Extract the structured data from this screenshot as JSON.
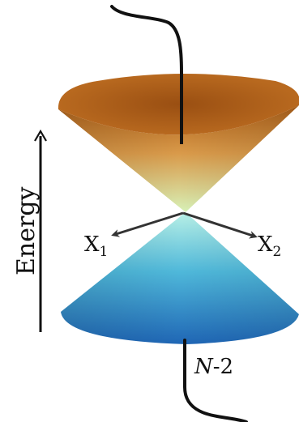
{
  "diagram": {
    "energy_axis_label": "Energy",
    "coordinate_x1": {
      "base": "X",
      "subscript": "1"
    },
    "coordinate_x2": {
      "base": "X",
      "subscript": "2"
    },
    "dimension_label": {
      "italic": "N",
      "rest": "-2"
    }
  },
  "colors": {
    "upper_cone_rim": "#b0621a",
    "upper_cone_mid": "#d99a4a",
    "upper_cone_apex": "#d8f2b8",
    "lower_cone_apex": "#b8f0e6",
    "lower_cone_mid": "#4fb8da",
    "lower_cone_rim": "#1f66b5",
    "line_color": "#111111",
    "arrow_color": "#333333"
  }
}
